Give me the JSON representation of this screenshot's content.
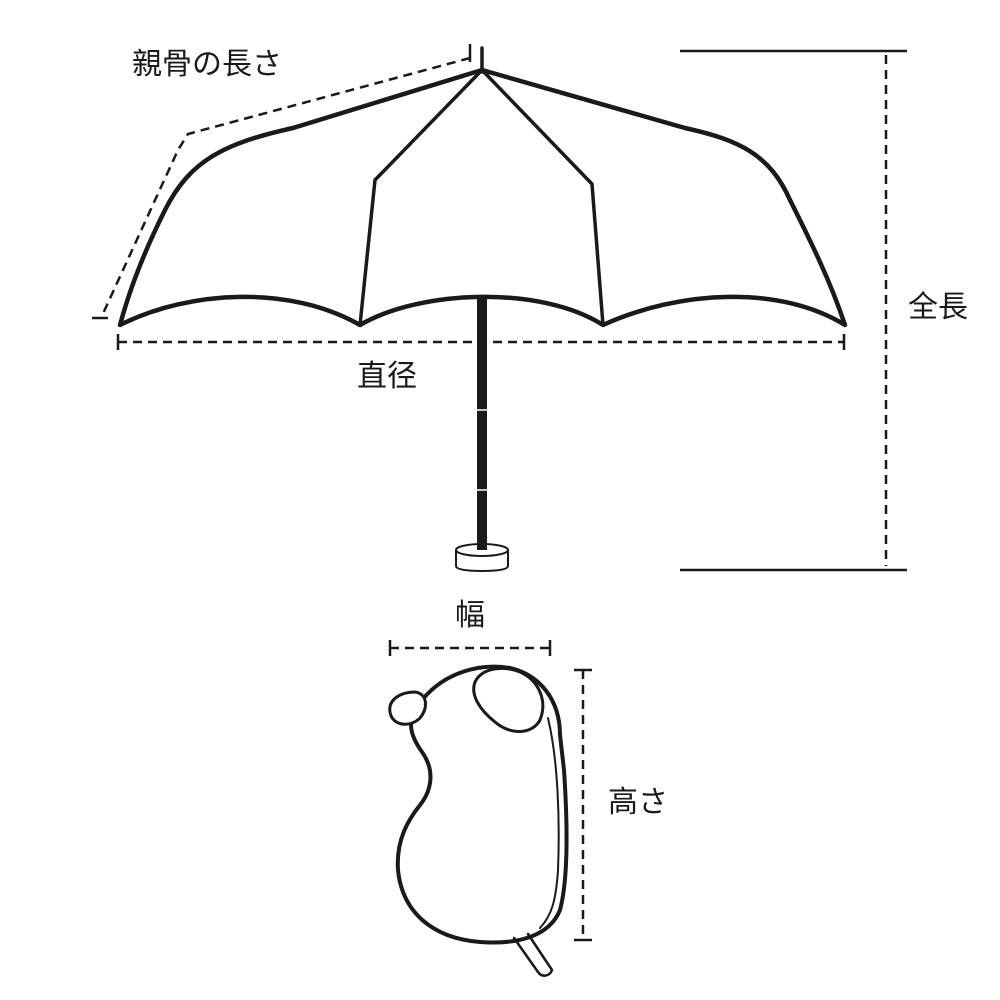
{
  "labels": {
    "rib_length": "親骨の長さ",
    "diameter": "直径",
    "total_length": "全長",
    "width": "幅",
    "height": "高さ"
  },
  "colors": {
    "line": "#1a1a1a",
    "background": "#ffffff"
  }
}
